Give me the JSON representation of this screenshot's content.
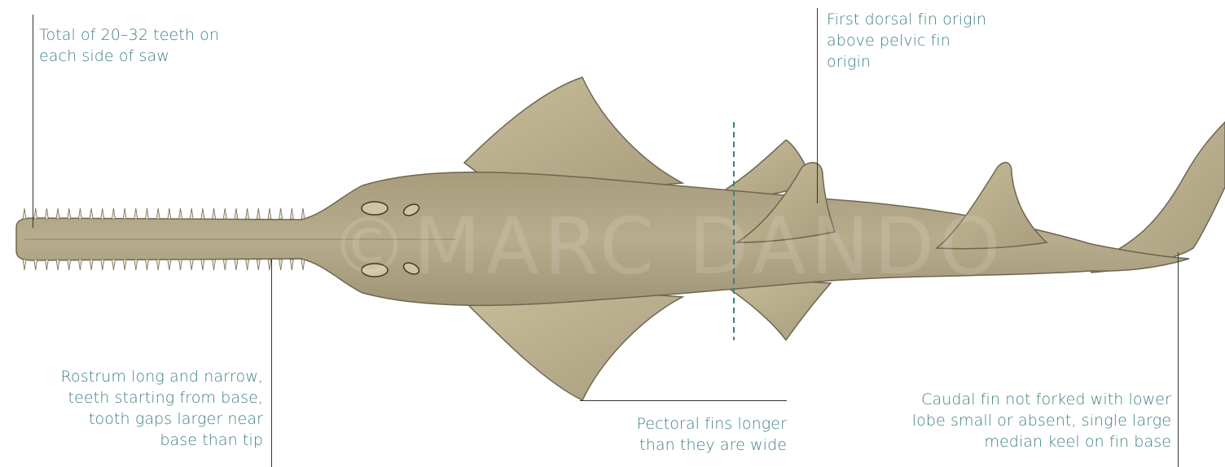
{
  "watermark": "©MARC DANDO",
  "annotations": {
    "teeth": {
      "lines": [
        "Total of 20–32 teeth on",
        "each side of saw"
      ]
    },
    "dorsal": {
      "lines": [
        "First dorsal fin origin",
        "above pelvic fin",
        "origin"
      ]
    },
    "rostrum": {
      "lines": [
        "Rostrum long and narrow,",
        "teeth starting from base,",
        "tooth gaps larger near",
        "base than tip"
      ]
    },
    "pectoral": {
      "lines": [
        "Pectoral fins longer",
        "than they are wide"
      ]
    },
    "caudal": {
      "lines": [
        "Caudal fin not forked with lower",
        "lobe small or absent, single large",
        "median keel on fin base"
      ]
    }
  },
  "colors": {
    "body": "#b3a98a",
    "body_shade": "#8f8567",
    "fin": "#c2b894",
    "outline": "#6e6650",
    "text": "#3f7f86",
    "marker": "#3f7f86"
  }
}
